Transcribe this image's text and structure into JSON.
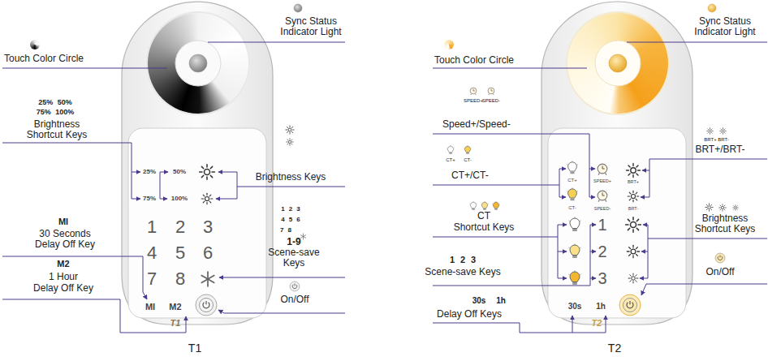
{
  "diagram": {
    "labels": [
      "Touch Color Circle",
      "25% 50%",
      "75% 100%",
      "Brightness Shortcut Keys",
      "MI",
      "30 Seconds Delay Off Key",
      "M2",
      "1 Hour",
      "Delay Off Key",
      "Sync Status Indicator Light",
      "Brightness Keys",
      "1 2 3",
      "4 5 6",
      "7 8",
      "1-9",
      "Scene-save Keys",
      "On/Off",
      "25%",
      "50%",
      "75%",
      "100%",
      "1",
      "2",
      "3",
      "4",
      "5",
      "6",
      "7",
      "8",
      "MI",
      "M2",
      "T1",
      "T1",
      "Touch Color Circle",
      "SPEED+",
      "SPEED-",
      "Speed+/Speed-",
      "CT+",
      "CT-",
      "CT+/CT-",
      "CT",
      "Shortcut Keys",
      "1 2 3",
      "Scene-save Keys",
      "30s",
      "1h",
      "Delay Off Keys",
      "Sync Status Indicator Light",
      "BRT+",
      "BRT-",
      "BRT+/BRT-",
      "Brightness Shortcut Keys",
      "On/Off",
      "CT+",
      "CT-",
      "SPEED+",
      "SPEED-",
      "BRT+",
      "BRT-",
      "1",
      "2",
      "3",
      "30s",
      "1h",
      "T2",
      "T2"
    ]
  }
}
